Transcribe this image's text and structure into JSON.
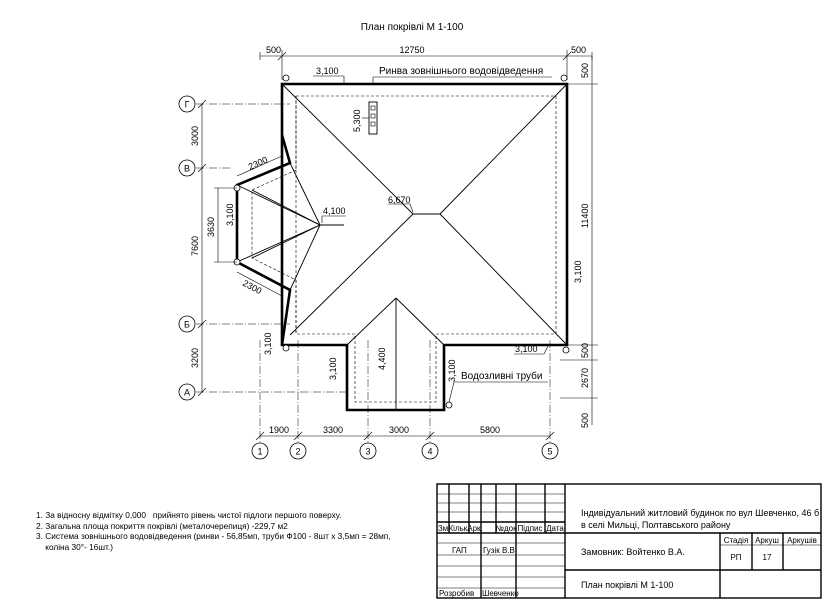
{
  "title": "План покрівлі  М 1-100",
  "dims_top": {
    "left_overhang": "500",
    "total": "12750",
    "right_overhang": "500"
  },
  "dims_bottom": [
    "1900",
    "3300",
    "3000",
    "5800"
  ],
  "dims_left": [
    "3000",
    "7600",
    "3200"
  ],
  "dims_right": {
    "right_top": "500",
    "right_total": "11400",
    "right_b": "500",
    "right_lower": "2670",
    "right_bottom": "500"
  },
  "dim_wing": "3630",
  "wing_edges": [
    "2300",
    "2300"
  ],
  "axes_letters": [
    "Г",
    "В",
    "Б",
    "А"
  ],
  "axes_numbers": [
    "1",
    "2",
    "3",
    "4",
    "5"
  ],
  "levels": {
    "eave_top": "3,100",
    "pipe_top": "5,300",
    "ridge_main": "6,670",
    "ridge_wing": "4,100",
    "eave_wing": "3,100",
    "eave_left_low": "3,100",
    "eave_right_low": "3,100",
    "eave_right": "3,100",
    "porch_left": "3,100",
    "porch_ridge": "4,400",
    "porch_right": "3,100"
  },
  "labels": {
    "gutter": "Ринва зовнішнього водовідведення",
    "downpipes": "Водозливні труби"
  },
  "notes": [
    "1. За відносну відмітку 0,000   прийнято рівень чистої підлоги першого поверху.",
    "2. Загальна площа покриття покрівлі (металочерепиця) -229,7 м2",
    "3. Система зовнішнього водовідведення (ринви - 56,85мп, труби Ф100 - 8шт х 3,5мп = 28мп,",
    "    коліна 30°- 16шт.)"
  ],
  "stamp": {
    "headers": [
      "Зм",
      "Кільк.",
      "Арк.",
      "№док",
      "Підпис",
      "Дата"
    ],
    "gap_role": "ГАП",
    "gap_name": "Гузік В.В.",
    "dev_role": "Розробив",
    "dev_name": "Шевченко",
    "project": "Індивідуальний житловий будинок по вул Шевченко, 46 б в селі Мильці, Полтавського району",
    "client": "Замовник: Войтенко В.А.",
    "stage_h": "Стадія",
    "sheet_h": "Аркуш",
    "sheets_h": "Аркушів",
    "stage": "РП",
    "sheet": "17",
    "sheet_title": "План покрівлі  М 1-100"
  }
}
